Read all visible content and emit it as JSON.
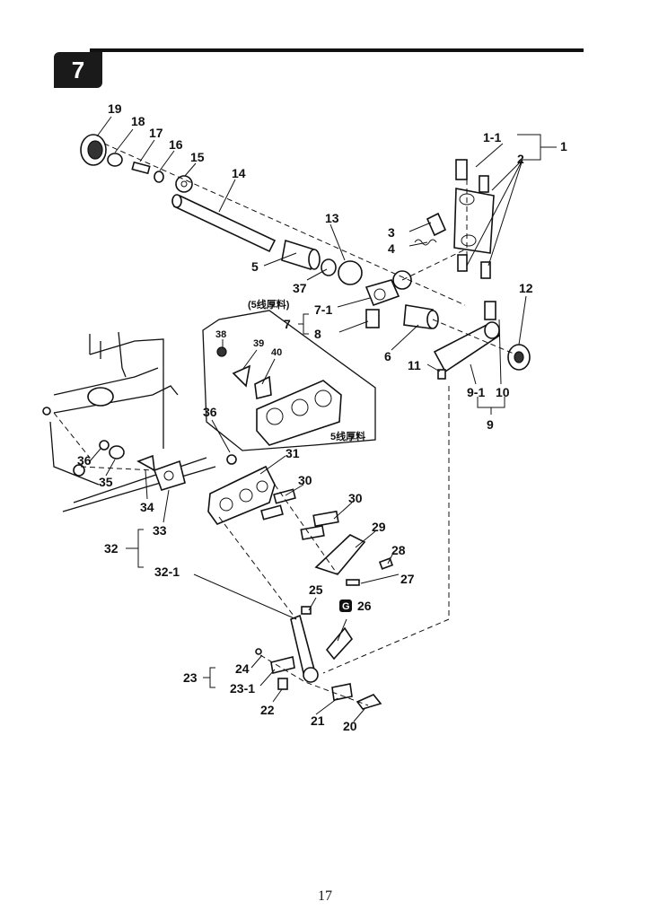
{
  "section_number": "7",
  "page_number": "17",
  "note_5_thread": "(5线厚料)",
  "note_5_thread_box": "5线厚料",
  "callouts": [
    "19",
    "18",
    "17",
    "16",
    "15",
    "14",
    "13",
    "5",
    "37",
    "7-1",
    "7",
    "8",
    "6",
    "1-1",
    "1",
    "2",
    "3",
    "4",
    "12",
    "11",
    "9-1",
    "10",
    "9",
    "38",
    "39",
    "40",
    "36",
    "31",
    "30",
    "29",
    "28",
    "27",
    "33",
    "32",
    "32-1",
    "34",
    "35",
    "25",
    "26",
    "24",
    "23",
    "23-1",
    "22",
    "21",
    "20"
  ],
  "badge_letter": "G"
}
